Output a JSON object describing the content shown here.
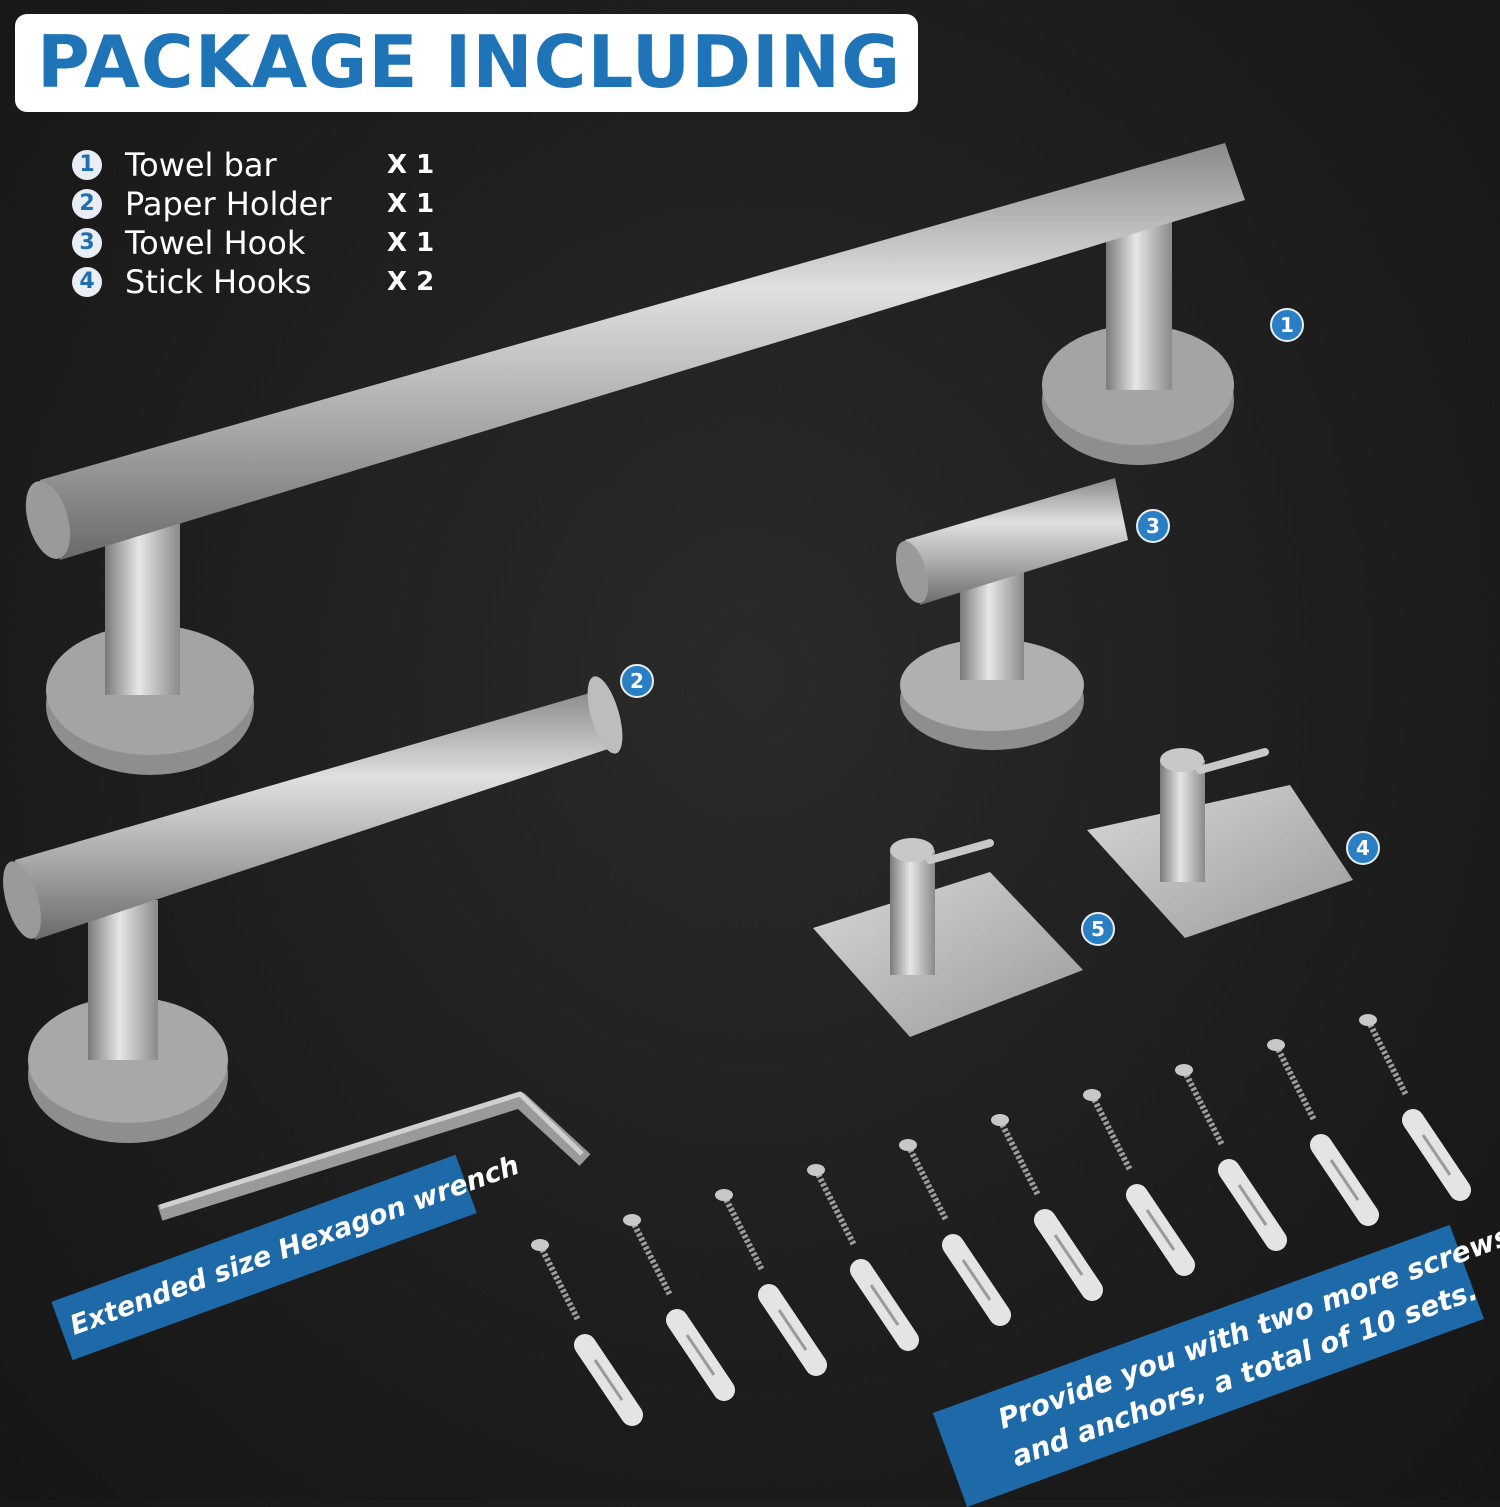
{
  "title": "PACKAGE INCLUDING",
  "items": [
    {
      "number": "1",
      "label": "Towel bar",
      "qty": "X 1"
    },
    {
      "number": "2",
      "label": "Paper Holder",
      "qty": "X 1"
    },
    {
      "number": "3",
      "label": "Towel Hook",
      "qty": "X 1"
    },
    {
      "number": "4",
      "label": "Stick Hooks",
      "qty": "X 2"
    }
  ],
  "markers": {
    "towel_bar": "1",
    "paper_holder": "2",
    "towel_hook": "3",
    "stick_hook_a": "4",
    "stick_hook_b": "5"
  },
  "wrench_caption": "Extended size Hexagon wrench",
  "screws_caption_line1": "Provide you with two more screws",
  "screws_caption_line2": "and anchors, a total of 10 sets.",
  "screw_sets": 10,
  "colors": {
    "accent": "#1f74b8",
    "banner": "#1e6aa8",
    "background": "#1d1d1d",
    "metal": "#b8b8b8"
  }
}
